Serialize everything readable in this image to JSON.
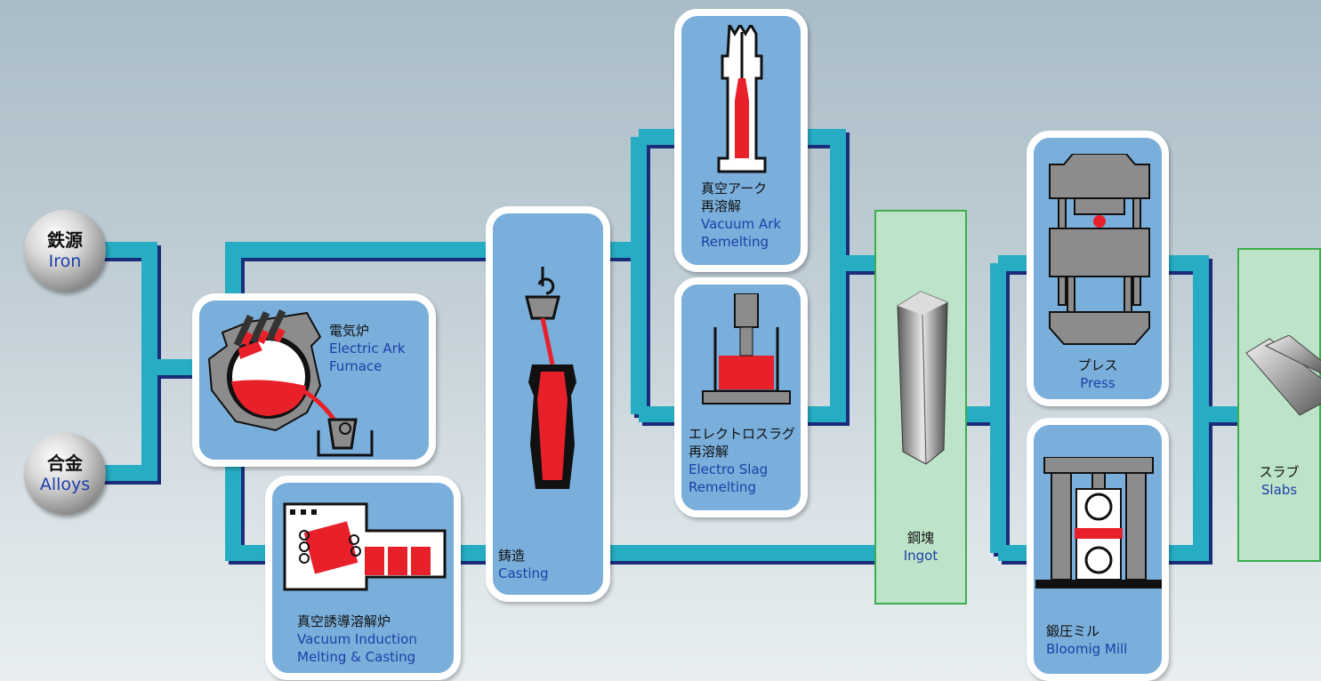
{
  "inputs": {
    "iron": {
      "jp": "鉄源",
      "en": "Iron"
    },
    "alloys": {
      "jp": "合金",
      "en": "Alloys"
    }
  },
  "processes": {
    "eaf": {
      "jp": "電気炉",
      "en1": "Electric Ark",
      "en2": "Furnace"
    },
    "vim": {
      "jp": "真空誘導溶解炉",
      "en1": "Vacuum Induction",
      "en2": "Melting & Casting"
    },
    "casting": {
      "jp": "鋳造",
      "en": "Casting"
    },
    "var": {
      "jp1": "真空アーク",
      "jp2": "再溶解",
      "en1": "Vacuum Ark",
      "en2": "Remelting"
    },
    "esr": {
      "jp1": "エレクトロスラグ",
      "jp2": "再溶解",
      "en1": "Electro Slag",
      "en2": "Remelting"
    },
    "ingot": {
      "jp": "鋼塊",
      "en": "Ingot"
    },
    "press": {
      "jp": "プレス",
      "en": "Press"
    },
    "bloom": {
      "jp": "鍛圧ミル",
      "en": "Bloomig Mill"
    },
    "slabs": {
      "jp": "スラブ",
      "en": "Slabs"
    }
  },
  "colors": {
    "pipe": "#27adc3",
    "pipe_shadow": "#1b2c7a",
    "box_fill": "#7aaedb",
    "green_box": "#bde3c8",
    "green_border": "#3cae4a",
    "molten": "#e8202a",
    "machine": "#8c8c8c",
    "en_text": "#1c3fa8"
  }
}
